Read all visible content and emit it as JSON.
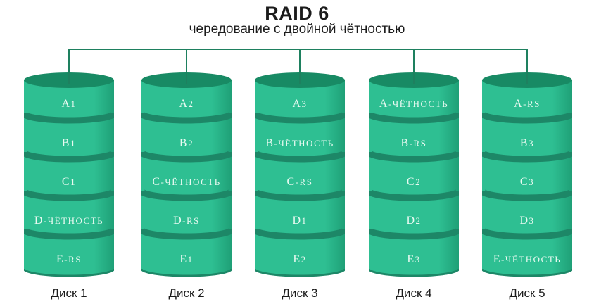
{
  "header": {
    "title": "RAID 6",
    "subtitle": "чередование с двойной чётностью"
  },
  "disks": [
    {
      "name": "Диск 1",
      "segments": [
        "A1",
        "B1",
        "C1",
        "D-ЧЁТНОСТЬ",
        "E-RS"
      ]
    },
    {
      "name": "Диск 2",
      "segments": [
        "A2",
        "B2",
        "C-ЧЁТНОСТЬ",
        "D-RS",
        "E1"
      ]
    },
    {
      "name": "Диск 3",
      "segments": [
        "A3",
        "B-ЧЁТНОСТЬ",
        "C-RS",
        "D1",
        "E2"
      ]
    },
    {
      "name": "Диск 4",
      "segments": [
        "A-ЧЁТНОСТЬ",
        "B-RS",
        "C2",
        "D2",
        "E3"
      ]
    },
    {
      "name": "Диск 5",
      "segments": [
        "A-RS",
        "B3",
        "C3",
        "D3",
        "E-ЧЁТНОСТЬ"
      ]
    }
  ],
  "colors": {
    "cylinder_body": "#2ebf92",
    "cylinder_body_edge": "#1fa077",
    "cylinder_top": "#188a64",
    "cylinder_groove": "#1d8767",
    "connector_line": "#1e805f",
    "segment_text": "#eafaf2",
    "heading_text": "#1b1b1b"
  }
}
